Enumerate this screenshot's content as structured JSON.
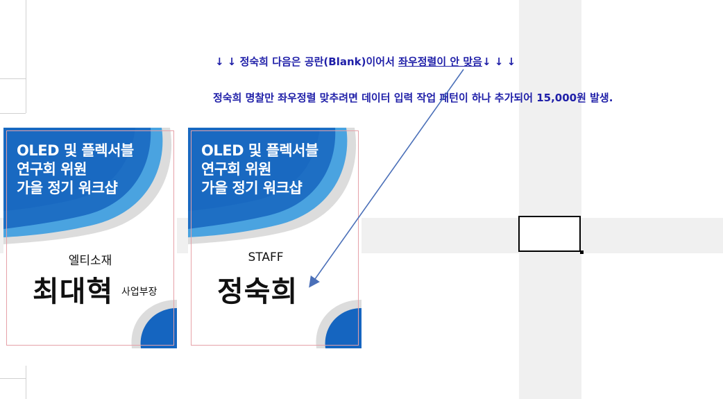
{
  "notes": {
    "line1_prefix": "↓ ↓  정숙희  다음은 공란(Blank)이어서  ",
    "line1_underlined": "좌우정렬이 안 맞음",
    "line1_suffix": "↓ ↓ ↓",
    "line2": "정숙희 명찰만 좌우정렬 맞추려면 데이터 입력 작업 패턴이 하나 추가되어 15,000원 발생."
  },
  "badges": [
    {
      "banner_lines": [
        "OLED 및 플렉서블",
        "연구회 위원",
        "가을 정기 워크샵"
      ],
      "company": "엘티소재",
      "name": "최대혁",
      "title": "사업부장"
    },
    {
      "banner_lines": [
        "OLED 및 플렉서블",
        "연구회 위원",
        "가을 정기 워크샵"
      ],
      "company": "STAFF",
      "name": "정숙희",
      "title": ""
    }
  ],
  "colors": {
    "note_text": "#1f1fa8",
    "arrow": "#4a6fb8",
    "banner_blue": "#1565c0",
    "banner_light": "#4aa3e0",
    "card_border": "#e6a1a8"
  }
}
